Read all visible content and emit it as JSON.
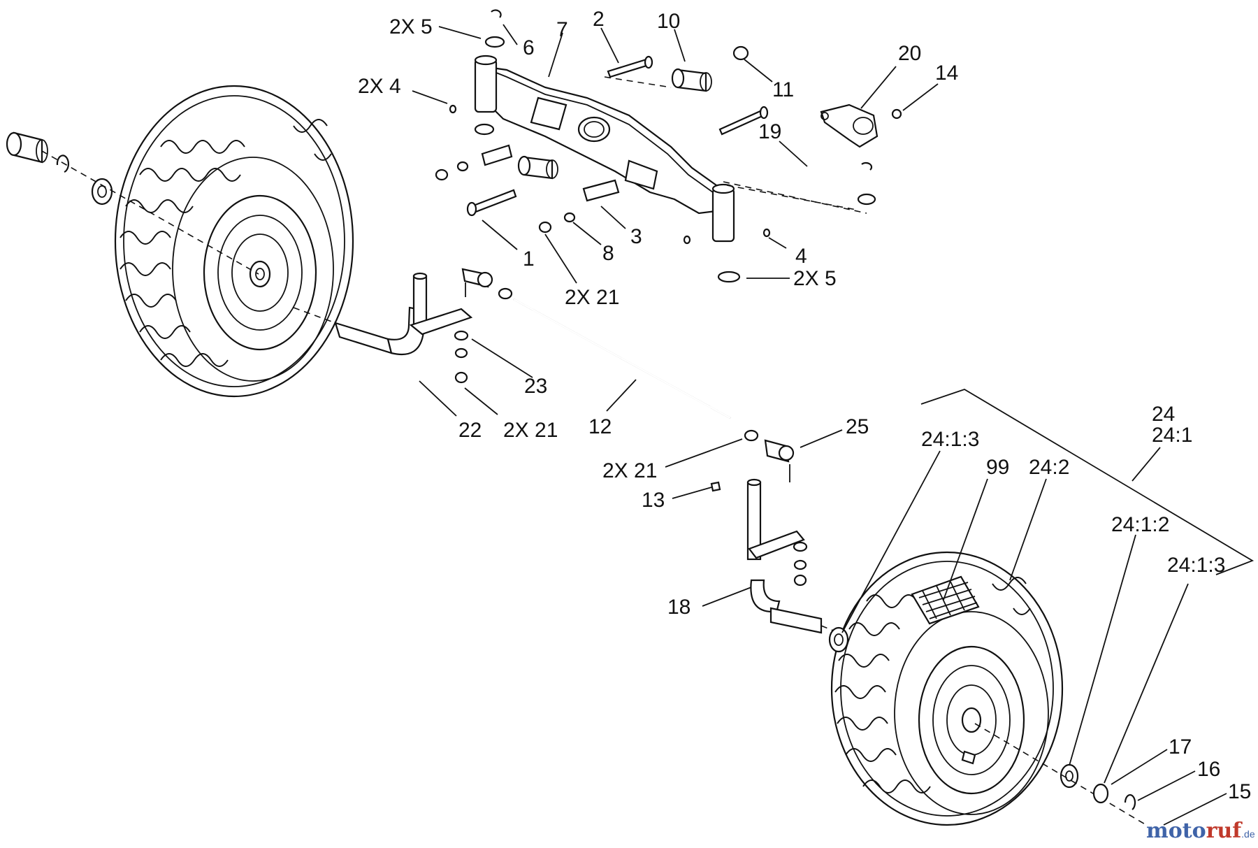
{
  "callouts": {
    "c_2x5_top": "2X 5",
    "c_6": "6",
    "c_7": "7",
    "c_2": "2",
    "c_10": "10",
    "c_2x4": "2X 4",
    "c_11": "11",
    "c_20": "20",
    "c_14": "14",
    "c_19": "19",
    "c_1": "1",
    "c_8": "8",
    "c_3": "3",
    "c_4": "4",
    "c_2x5_right": "2X 5",
    "c_2x21_mid": "2X 21",
    "c_23": "23",
    "c_22": "22",
    "c_2x21_low": "2X 21",
    "c_12": "12",
    "c_25": "25",
    "c_2x21_right": "2X 21",
    "c_13": "13",
    "c_24": "24",
    "c_24_1": "24:1",
    "c_24_1_3_top": "24:1:3",
    "c_99": "99",
    "c_24_2": "24:2",
    "c_24_1_2": "24:1:2",
    "c_24_1_3_right": "24:1:3",
    "c_18": "18",
    "c_17": "17",
    "c_16": "16",
    "c_15": "15"
  },
  "watermark": {
    "part1": "moto",
    "part2": "ruf",
    "suffix": ".de"
  },
  "colors": {
    "ink": "#111111",
    "watermark_blue": "#3f63a8",
    "watermark_red": "#c0392b"
  }
}
